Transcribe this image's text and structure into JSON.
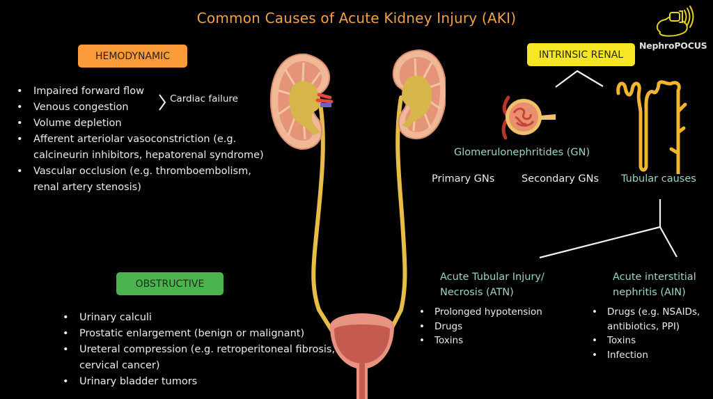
{
  "title": "Common Causes of Acute Kidney Injury (AKI)",
  "logo": {
    "text": "NephroPOCUS",
    "icon": "ultrasound-probe-icon",
    "color": "#e8d41e"
  },
  "colors": {
    "title": "#f0a24a",
    "hemodynamic": "#fb9b3a",
    "intrinsic_renal": "#f7e625",
    "obstructive": "#4cb44e",
    "subheading_teal": "#9fd3c2",
    "kidney": "#e8a07e",
    "ureter": "#e8bc48"
  },
  "hemodynamic": {
    "label": "HEMODYNAMIC",
    "items": [
      "Impaired forward flow",
      "Venous congestion",
      "Volume depletion",
      "Afferent arteriolar vasoconstriction (e.g. calcineurin inhibitors, hepatorenal syndrome)",
      "Vascular occlusion (e.g. thromboembolism, renal artery stenosis)"
    ],
    "bracket_note": "Cardiac failure"
  },
  "obstructive": {
    "label": "OBSTRUCTIVE",
    "items": [
      "Urinary calculi",
      "Prostatic enlargement (benign or malignant)",
      "Ureteral compression (e.g. retroperitoneal fibrosis, cervical cancer)",
      "Urinary bladder tumors"
    ]
  },
  "intrinsic": {
    "label": "INTRINSIC RENAL",
    "gn": {
      "label": "Glomerulonephritides (GN)",
      "primary": "Primary GNs",
      "secondary": "Secondary GNs"
    },
    "tubular": {
      "label": "Tubular causes",
      "atn": {
        "label_line1": "Acute Tubular Injury/",
        "label_line2": "Necrosis (ATN)",
        "items": [
          "Prolonged hypotension",
          "Drugs",
          "Toxins"
        ]
      },
      "ain": {
        "label_line1": "Acute interstitial",
        "label_line2": "nephritis (AIN)",
        "items": [
          "Drugs (e.g. NSAIDs, antibiotics, PPI)",
          "Toxins",
          "Infection"
        ]
      }
    }
  },
  "illustrations": {
    "kidneys": "kidney-icon",
    "bladder": "bladder-icon",
    "glomerulus": "glomerulus-icon",
    "nephron": "nephron-tubule-icon"
  }
}
